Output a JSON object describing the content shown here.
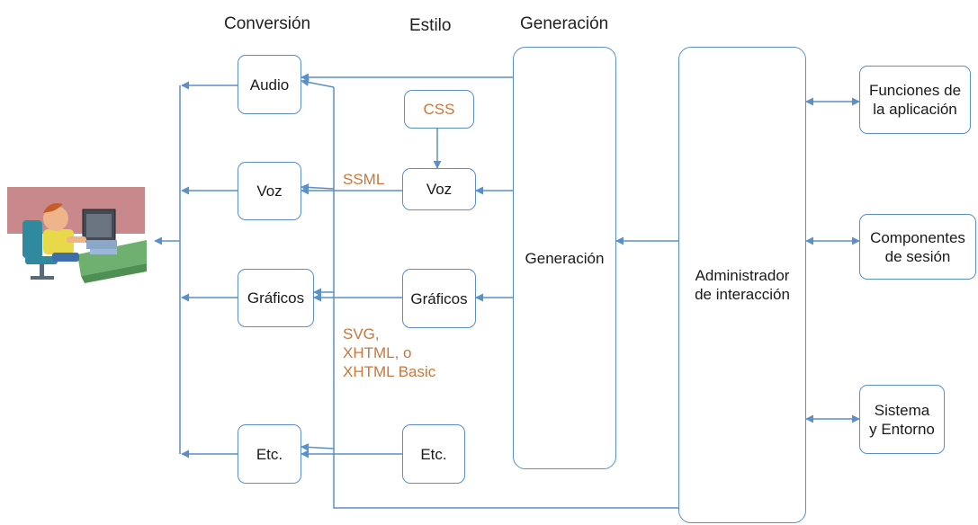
{
  "headers": {
    "conversion": "Conversión",
    "style": "Estilo",
    "generation": "Generación"
  },
  "conversion_boxes": {
    "audio": "Audio",
    "voice": "Voz",
    "graphics": "Gráficos",
    "etc": "Etc."
  },
  "style_boxes": {
    "css": "CSS",
    "voice": "Voz",
    "graphics": "Gráficos",
    "etc": "Etc."
  },
  "generation_box": "Generación",
  "interaction_manager": "Administrador\nde interacción",
  "right_boxes": {
    "app_functions": "Funciones de\nla aplicación",
    "session_components": "Componentes\nde sesión",
    "system_env": "Sistema\ny Entorno"
  },
  "annotations": {
    "ssml": "SSML",
    "svg": "SVG,\nXHTML, o\nXHTML Basic"
  },
  "colors": {
    "line": "#5b8fc9",
    "accent_text": "#c9773a"
  },
  "user_icon": "person-at-computer-illustration"
}
